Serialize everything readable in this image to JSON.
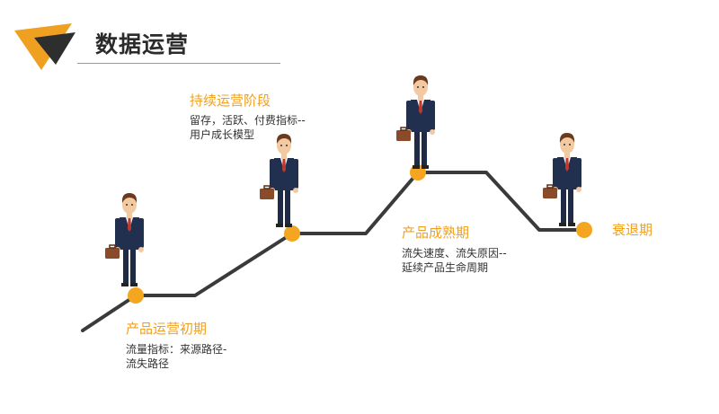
{
  "header": {
    "title": "数据运营"
  },
  "colors": {
    "accent": "#f0a020",
    "line": "#3a3a3a",
    "suit": "#1f2a44"
  },
  "stages": [
    {
      "title": "产品运营初期",
      "desc_lines": [
        "流量指标：来源路径-",
        "流失路径"
      ]
    },
    {
      "title": "持续运营阶段",
      "desc_lines": [
        "留存，活跃、付费指标--",
        "用户成长模型"
      ]
    },
    {
      "title": "产品成熟期",
      "desc_lines": [
        "流失速度、流失原因--",
        "延续产品生命周期"
      ]
    },
    {
      "title": "衰退期",
      "desc_lines": []
    }
  ]
}
